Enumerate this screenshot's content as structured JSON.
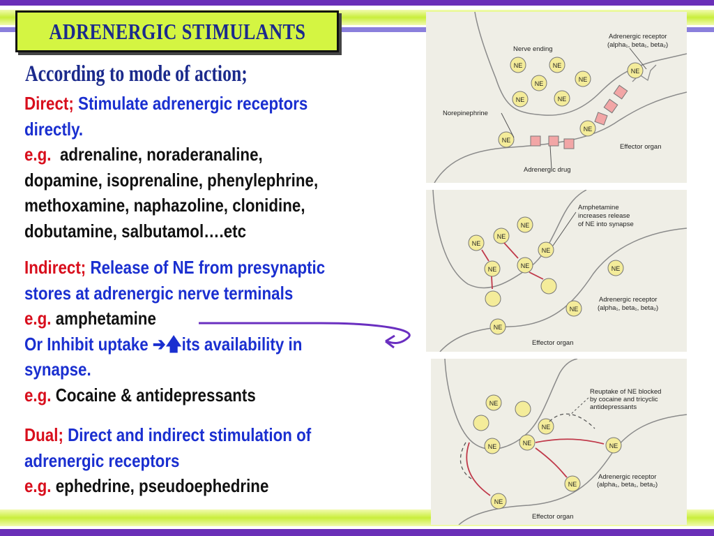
{
  "title": "ADRENERGIC STIMULANTS",
  "heading": "According to mode of action;",
  "direct": {
    "label": "Direct;",
    "desc_1": "Stimulate adrenergic receptors",
    "desc_2": "directly.",
    "eg_label": "e.g.",
    "eg_1": "adrenaline, noraderanaline,",
    "eg_2": "dopamine, isoprenaline, phenylephrine,",
    "eg_3": "methoxamine, naphazoline, clonidine,",
    "eg_4": "dobutamine, salbutamol….etc"
  },
  "indirect": {
    "label": "Indirect;",
    "desc_1": "Release of NE from presynaptic",
    "desc_2": "stores at adrenergic nerve terminals",
    "eg_label": "e.g.",
    "eg_1": "amphetamine",
    "or_1": "Or Inhibit uptake",
    "or_2": "its availability in",
    "or_3": "synapse.",
    "eg2_label": "e.g.",
    "eg2_1": "Cocaine & antidepressants"
  },
  "dual": {
    "label": "Dual;",
    "desc_1": "Direct and indirect stimulation of",
    "desc_2": "adrenergic receptors",
    "eg_label": "e.g.",
    "eg_1": "ephedrine, pseudoephedrine"
  },
  "diagram1": {
    "nerve_ending": "Nerve ending",
    "receptor_1": "Adrenergic receptor",
    "receptor_2": "(alpha₁, beta₁, beta₂)",
    "norepinephrine": "Norepinephrine",
    "effector": "Effector organ",
    "drug": "Adrenergic drug",
    "ne": "NE"
  },
  "diagram2": {
    "amph_1": "Amphetamine",
    "amph_2": "increases release",
    "amph_3": "of NE into synapse",
    "receptor_1": "Adrenergic receptor",
    "receptor_2": "(alpha₁, beta₁, beta₂)",
    "effector": "Effector organ",
    "ne": "NE"
  },
  "diagram3": {
    "reuptake_1": "Reuptake of NE blocked",
    "reuptake_2": "by cocaine and tricyclic",
    "reuptake_3": "antidepressants",
    "receptor_1": "Adrenergic receptor",
    "receptor_2": "(alpha₁, beta₁, beta₂)",
    "effector": "Effector organ",
    "ne": "NE"
  },
  "colors": {
    "title_bg": "#d4f542",
    "title_text": "#1b2a8c",
    "label_red": "#d80e1c",
    "text_blue": "#1a2fd0",
    "arrow_purple": "#6a2fc0",
    "diagram_arrow": "#c0394a",
    "ne_vesicle": "#f4ec9a",
    "drug_square": "#f2a6a6"
  }
}
